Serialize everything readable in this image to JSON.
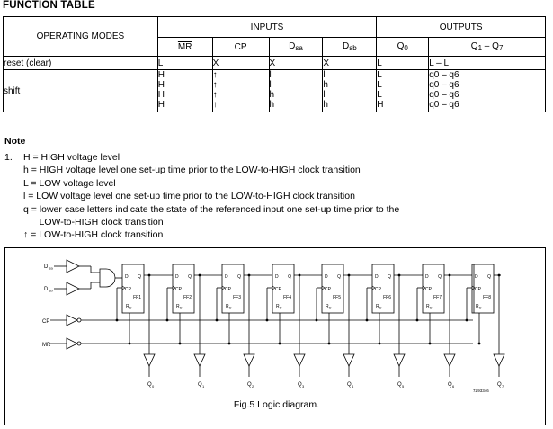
{
  "title": "FUNCTION TABLE",
  "table": {
    "op_header": "OPERATING MODES",
    "inputs_header": "INPUTS",
    "outputs_header": "OUTPUTS",
    "subheaders": {
      "mr": "MR",
      "cp": "CP",
      "dsa": "D",
      "dsa_sub": "sa",
      "dsb": "D",
      "dsb_sub": "sb",
      "q0": "Q",
      "q0_sub": "0",
      "q17": "Q",
      "q17_a": "1",
      "q17_dash": " – Q",
      "q17_b": "7"
    },
    "reset": {
      "mode": "reset (clear)",
      "mr": "L",
      "cp": "X",
      "dsa": "X",
      "dsb": "X",
      "q0": "L",
      "q17": "L  – L"
    },
    "shift_mode": "shift",
    "shift_rows": [
      {
        "mr": "H",
        "cp": "↑",
        "dsa": "l",
        "dsb": "l",
        "q0": "L",
        "q17": "q0 – q6"
      },
      {
        "mr": "H",
        "cp": "↑",
        "dsa": "l",
        "dsb": "h",
        "q0": "L",
        "q17": "q0 – q6"
      },
      {
        "mr": "H",
        "cp": "↑",
        "dsa": "h",
        "dsb": "l",
        "q0": "L",
        "q17": "q0 – q6"
      },
      {
        "mr": "H",
        "cp": "↑",
        "dsa": "h",
        "dsb": "h",
        "q0": "H",
        "q17": "q0 – q6"
      }
    ]
  },
  "note": {
    "heading": "Note",
    "number": "1.",
    "lines": [
      "H = HIGH voltage level",
      "h = HIGH voltage level one set-up time prior to the LOW-to-HIGH clock transition",
      "L = LOW voltage level",
      "l = LOW voltage level one set-up time prior to the LOW-to-HIGH clock transition",
      "q = lower case letters indicate the state of the referenced input one set-up time prior to the",
      "      LOW-to-HIGH clock transition",
      "↑ = LOW-to-HIGH clock transition"
    ]
  },
  "diagram": {
    "inputs": {
      "dsa": "D",
      "dsa_sub": "sa",
      "dsb": "D",
      "dsb_sub": "sb",
      "cp": "CP",
      "mr": "MR"
    },
    "ff_labels": [
      "FF1",
      "FF2",
      "FF3",
      "FF4",
      "FF5",
      "FF6",
      "FF7",
      "FF8"
    ],
    "pin_d": "D",
    "pin_q": "Q",
    "pin_cp": "CP",
    "pin_rd": "R",
    "pin_rd_sub": "D",
    "outputs": [
      "Q",
      "Q",
      "Q",
      "Q",
      "Q",
      "Q",
      "Q",
      "Q"
    ],
    "output_subs": [
      "0",
      "1",
      "2",
      "3",
      "4",
      "5",
      "6",
      "7"
    ],
    "ref": "7Z93346"
  },
  "caption": "Fig.5  Logic diagram."
}
